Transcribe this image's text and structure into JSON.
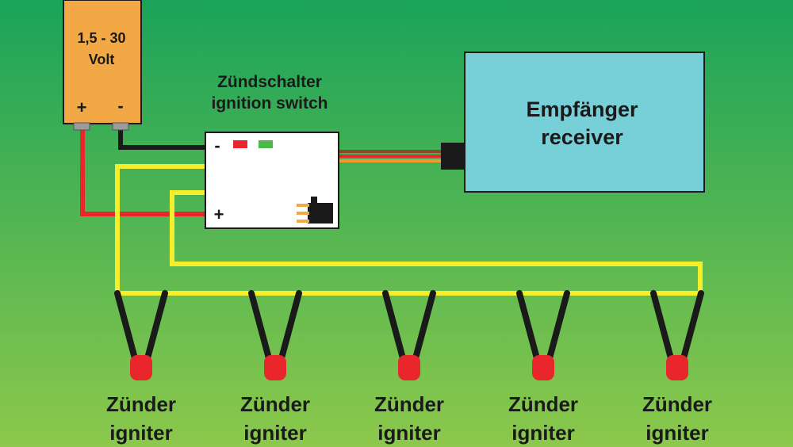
{
  "background": {
    "top_color": "#1aa35a",
    "bottom_color": "#8cc84b"
  },
  "battery": {
    "label_line1": "1,5 - 30",
    "label_line2": "Volt",
    "plus": "+",
    "minus": "-",
    "color": "#f2a945"
  },
  "switch": {
    "title_line1": "Zündschalter",
    "title_line2": "ignition switch",
    "minus": "-",
    "plus": "+",
    "led_colors": [
      "#e8262c",
      "#4cb848"
    ]
  },
  "receiver": {
    "label_line1": "Empfänger",
    "label_line2": "receiver",
    "color": "#77cfd8"
  },
  "wires": {
    "positive": "#e8262c",
    "negative": "#1a1a1a",
    "ignition": "#f5ee2a"
  },
  "igniter_color": "#e8262c",
  "igniters": [
    {
      "line1": "Zünder",
      "line2": "igniter"
    },
    {
      "line1": "Zünder",
      "line2": "igniter"
    },
    {
      "line1": "Zünder",
      "line2": "igniter"
    },
    {
      "line1": "Zünder",
      "line2": "igniter"
    },
    {
      "line1": "Zünder",
      "line2": "igniter"
    }
  ]
}
